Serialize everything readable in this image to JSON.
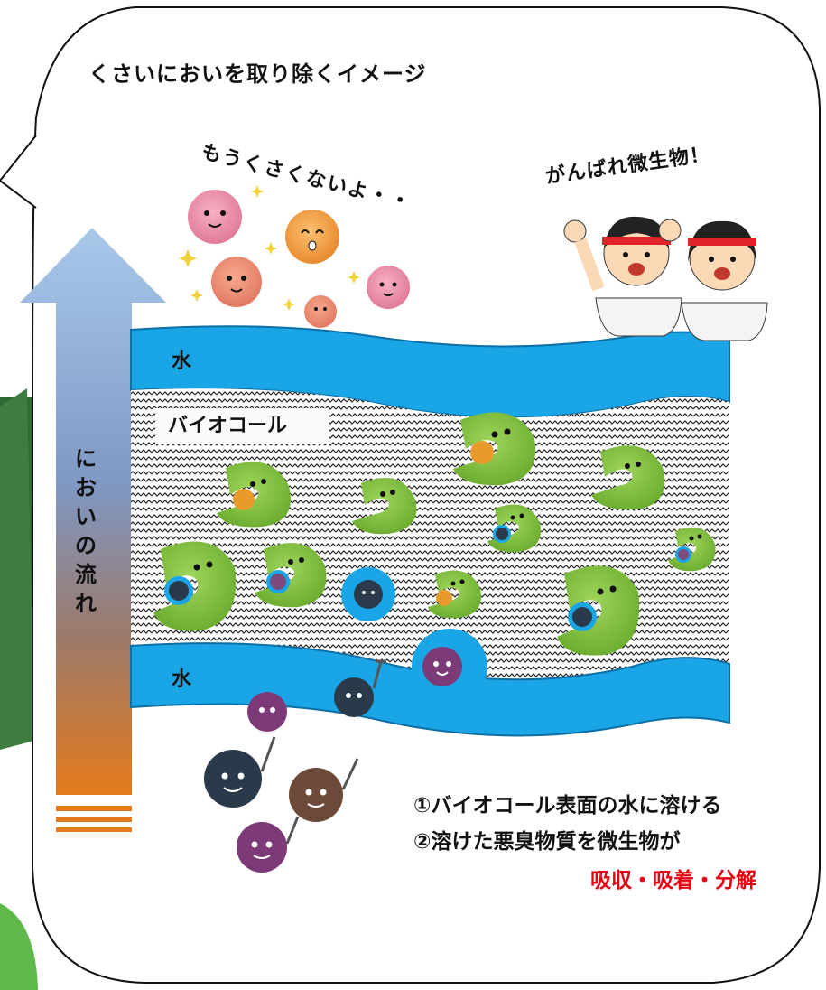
{
  "title": "くさいにおいを取り除くイメージ",
  "speech_odor": "もうくさくないよ・・",
  "speech_kids": "がんばれ微生物！",
  "water_top_label": "水",
  "water_bottom_label": "水",
  "biocoal_label": "バイオコール",
  "flow_label_chars": [
    "に",
    "お",
    "い",
    "の",
    "流",
    "れ"
  ],
  "note_line1": "①バイオコール表面の水に溶ける",
  "note_line2": "②溶けた悪臭物質を微生物が",
  "note_line3": "吸収・吸着・分解",
  "colors": {
    "water": "#1aa6e6",
    "microbe": "#7cc242",
    "arrow_top": "#a9c8ea",
    "arrow_bottom": "#e47a1c",
    "highlight_red": "#e60012",
    "green_page_bg": "#2f6a35"
  }
}
